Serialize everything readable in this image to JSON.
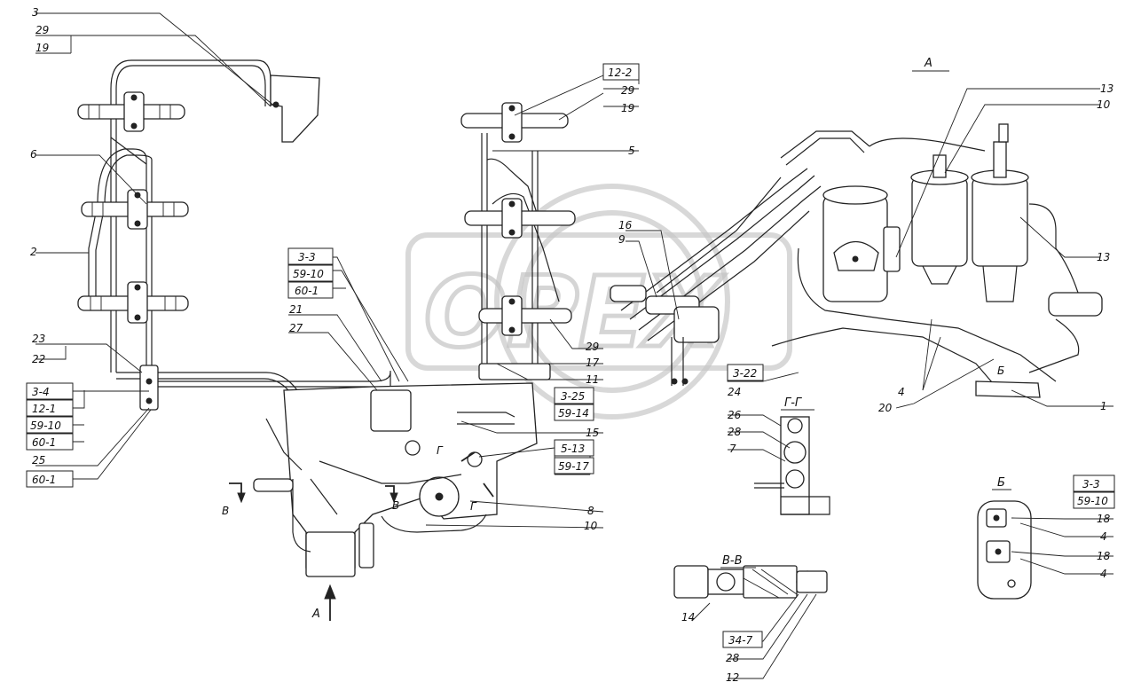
{
  "callouts": [
    {
      "id": "c3",
      "text": "3"
    },
    {
      "id": "c29a",
      "text": "29"
    },
    {
      "id": "c19a",
      "text": "19"
    },
    {
      "id": "c6",
      "text": "6"
    },
    {
      "id": "c2",
      "text": "2"
    },
    {
      "id": "c23",
      "text": "23"
    },
    {
      "id": "c22a",
      "text": "22"
    },
    {
      "id": "c25",
      "text": "25"
    },
    {
      "id": "c29b",
      "text": "29"
    },
    {
      "id": "c19b",
      "text": "19"
    },
    {
      "id": "c5",
      "text": "5"
    },
    {
      "id": "c16",
      "text": "16"
    },
    {
      "id": "c9",
      "text": "9"
    },
    {
      "id": "c21",
      "text": "21"
    },
    {
      "id": "c27",
      "text": "27"
    },
    {
      "id": "c29c",
      "text": "29"
    },
    {
      "id": "c17",
      "text": "17"
    },
    {
      "id": "c11",
      "text": "11"
    },
    {
      "id": "c15",
      "text": "15"
    },
    {
      "id": "c8",
      "text": "8"
    },
    {
      "id": "c10a",
      "text": "10"
    },
    {
      "id": "c13a",
      "text": "13"
    },
    {
      "id": "c10b",
      "text": "10"
    },
    {
      "id": "c13b",
      "text": "13"
    },
    {
      "id": "c24",
      "text": "24"
    },
    {
      "id": "c4a",
      "text": "4"
    },
    {
      "id": "c20",
      "text": "20"
    },
    {
      "id": "c1",
      "text": "1"
    },
    {
      "id": "c26",
      "text": "26"
    },
    {
      "id": "c28a",
      "text": "28"
    },
    {
      "id": "c7",
      "text": "7"
    },
    {
      "id": "c18a",
      "text": "18"
    },
    {
      "id": "c4b",
      "text": "4"
    },
    {
      "id": "c18b",
      "text": "18"
    },
    {
      "id": "c4c",
      "text": "4"
    },
    {
      "id": "c14",
      "text": "14"
    },
    {
      "id": "c28b",
      "text": "28"
    },
    {
      "id": "c12",
      "text": "12"
    }
  ],
  "boxed_refs": [
    {
      "id": "b3_4",
      "text": "3-4"
    },
    {
      "id": "b12_1",
      "text": "12-1"
    },
    {
      "id": "b59_10a",
      "text": "59-10"
    },
    {
      "id": "b60_1a",
      "text": "60-1"
    },
    {
      "id": "b60_1b",
      "text": "60-1"
    },
    {
      "id": "b12_2",
      "text": "12-2"
    },
    {
      "id": "b3_3a",
      "text": "3-3"
    },
    {
      "id": "b59_10b",
      "text": "59-10"
    },
    {
      "id": "b60_1c",
      "text": "60-1"
    },
    {
      "id": "b3_25",
      "text": "3-25"
    },
    {
      "id": "b59_14",
      "text": "59-14"
    },
    {
      "id": "b5_13",
      "text": "5-13"
    },
    {
      "id": "b59_17",
      "text": "59-17"
    },
    {
      "id": "b3_22",
      "text": "3-22"
    },
    {
      "id": "b3_3b",
      "text": "3-3"
    },
    {
      "id": "b59_10c",
      "text": "59-10"
    },
    {
      "id": "b34_7",
      "text": "34-7"
    }
  ],
  "view_labels": {
    "view_a": "A",
    "arrow_a": "A",
    "section_gg": "Г-Г",
    "section_vv": "В-В",
    "view_b": "Б",
    "arrow_v1": "В",
    "arrow_v2": "В",
    "arrow_g1": "Г",
    "arrow_g2": "Г",
    "arrow_b": "Б"
  },
  "watermark": {
    "text": "ОРЕХ"
  }
}
